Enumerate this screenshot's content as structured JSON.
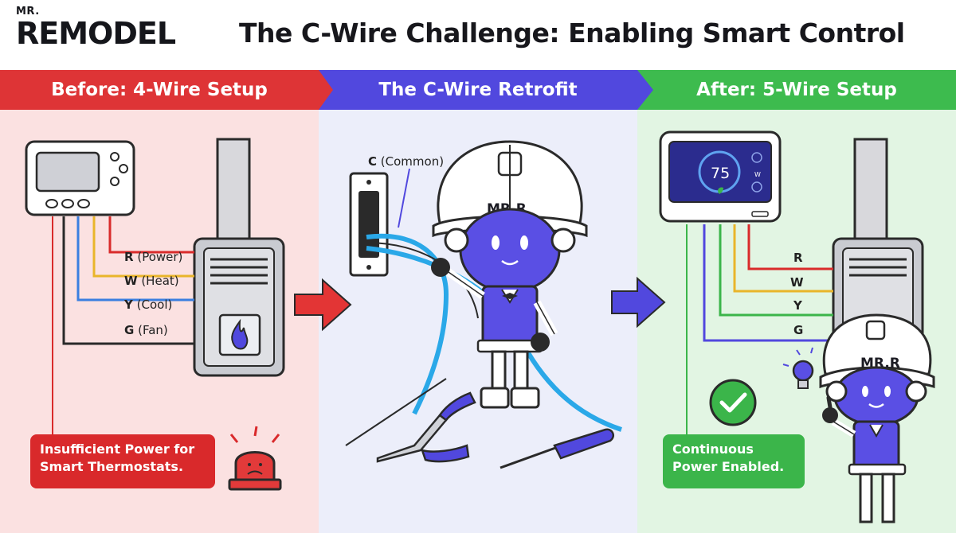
{
  "header": {
    "logo_small": "MR.",
    "logo_big": "REMODEL",
    "title": "The C-Wire Challenge: Enabling Smart Control"
  },
  "panels": {
    "before": {
      "banner": "Before: 4-Wire Setup",
      "wires": [
        {
          "letter": "R",
          "name": "(Power)",
          "color": "#d92b2b"
        },
        {
          "letter": "W",
          "name": "(Heat)",
          "color": "#e9b52a"
        },
        {
          "letter": "Y",
          "name": "(Cool)",
          "color": "#3a7fe0"
        },
        {
          "letter": "G",
          "name": "(Fan)",
          "color": "#2a2a2a"
        }
      ],
      "callout": "Insufficient Power for Smart Thermostats."
    },
    "retrofit": {
      "banner": "The C-Wire Retrofit",
      "c_letter": "C",
      "c_name": "(Common)",
      "robot_badge": "MR.R"
    },
    "after": {
      "banner": "After: 5-Wire Setup",
      "thermostat_temp": "75",
      "thermostat_mode": "W",
      "wires": [
        {
          "letter": "R",
          "color": "#d92b2b"
        },
        {
          "letter": "W",
          "color": "#e9b52a"
        },
        {
          "letter": "Y",
          "color": "#3bb54a"
        },
        {
          "letter": "G",
          "color": "#5148de"
        }
      ],
      "robot_badge": "MR.R",
      "callout": "Continuous Power Enabled."
    }
  },
  "colors": {
    "red": "#de3436",
    "purple": "#5148de",
    "green": "#3dbb4e",
    "c_wire_blue": "#2aa8e8"
  }
}
